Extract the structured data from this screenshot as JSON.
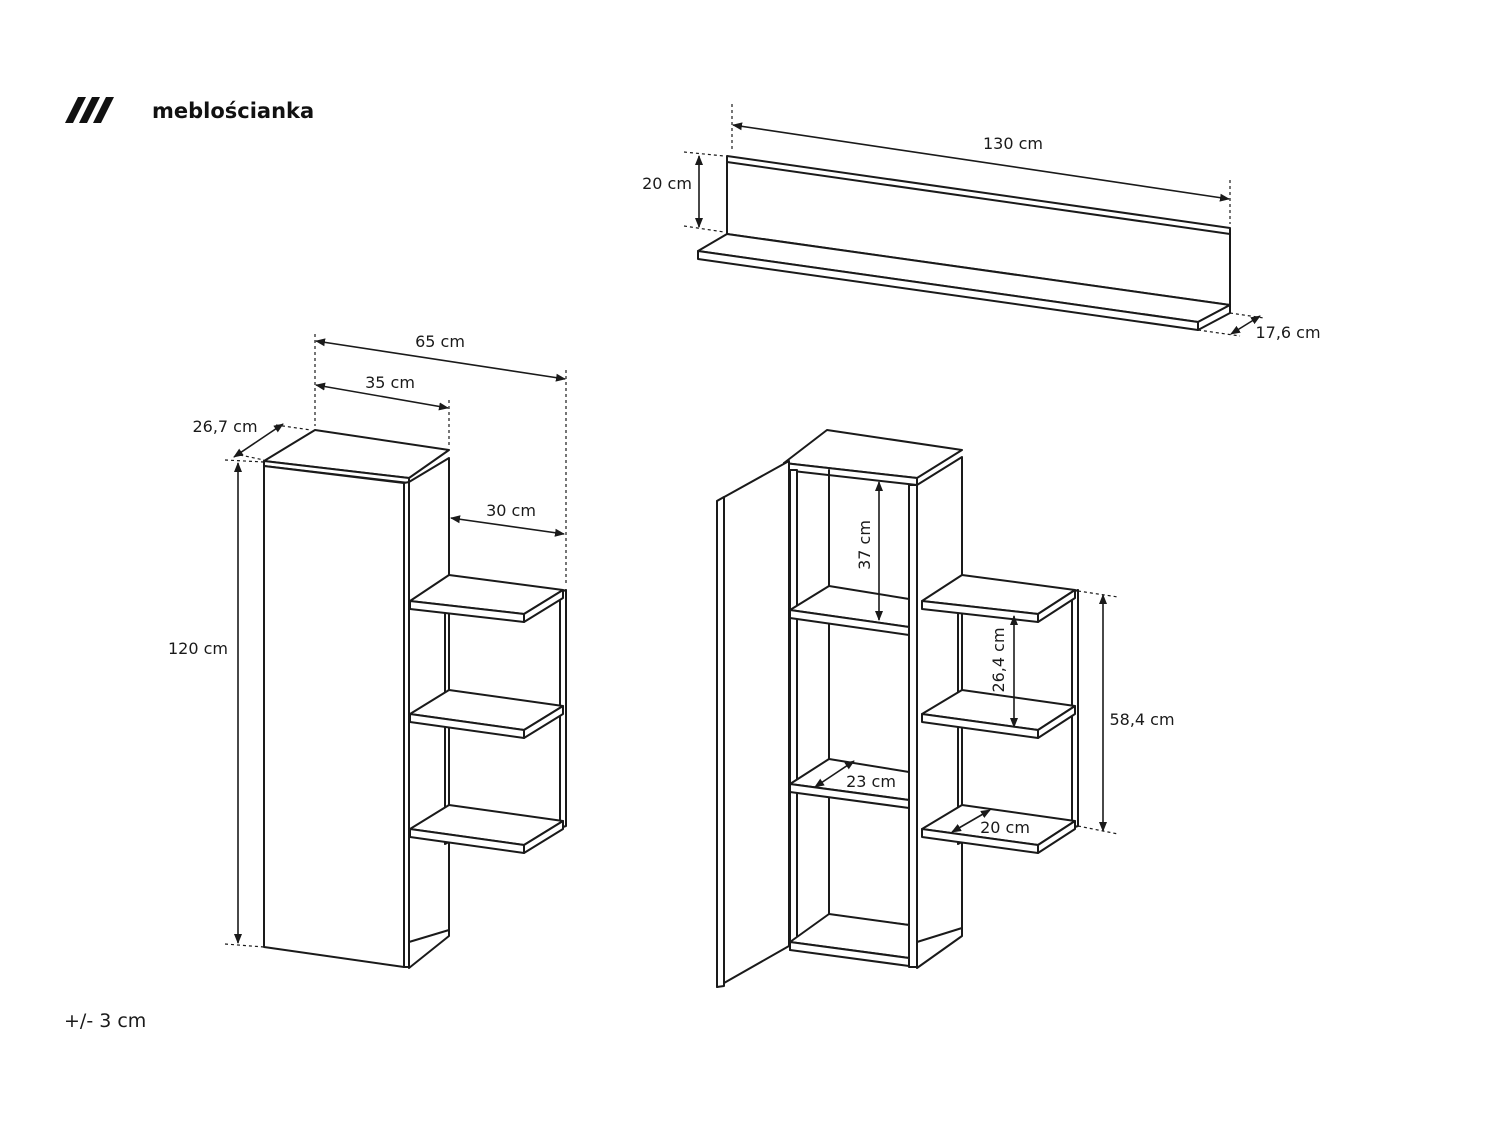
{
  "brand": {
    "name": "meblościanka",
    "logo_icon": "triple-slash-logo"
  },
  "tolerance": "+/- 3 cm",
  "shelf": {
    "length": "130 cm",
    "height": "20 cm",
    "depth": "17,6 cm"
  },
  "cabinet_closed": {
    "total_width": "65 cm",
    "body_width": "35 cm",
    "depth": "26,7 cm",
    "side_shelf_width": "30 cm",
    "height": "120 cm"
  },
  "cabinet_open": {
    "inner_top_height": "37 cm",
    "inner_shelf_depth": "23 cm",
    "side_shelf_spacing": "26,4 cm",
    "side_shelf_depth": "20 cm",
    "side_unit_height": "58,4 cm"
  }
}
